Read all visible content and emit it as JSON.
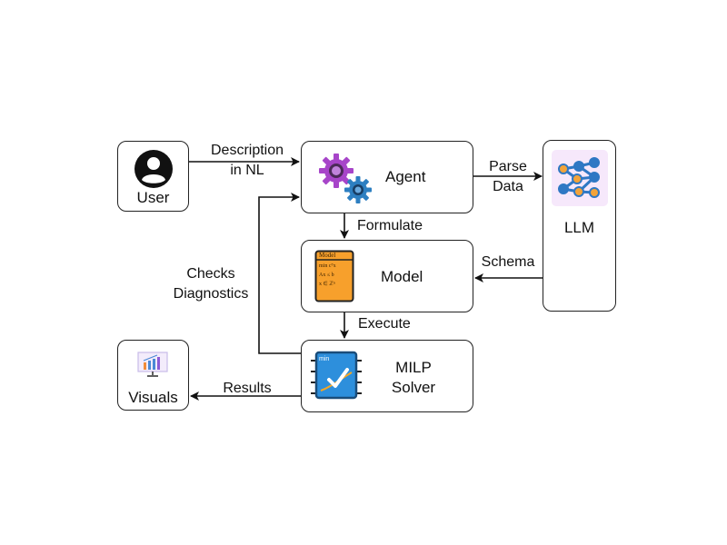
{
  "nodes": {
    "user": {
      "label": "User"
    },
    "agent": {
      "label": "Agent"
    },
    "llm": {
      "label": "LLM"
    },
    "model": {
      "label": "Model",
      "icon": {
        "title": "Model",
        "lines": [
          "min cᵀx",
          "Ax ≤ b",
          "x ∈ ℤⁿ"
        ]
      }
    },
    "milp": {
      "label_line1": "MILP",
      "label_line2": "Solver",
      "icon_text": "min"
    },
    "visuals": {
      "label": "Visuals"
    }
  },
  "edges": {
    "description": {
      "line1": "Description",
      "line2": "in NL"
    },
    "parse": {
      "line1": "Parse",
      "line2": "Data"
    },
    "formulate": {
      "label": "Formulate"
    },
    "schema": {
      "label": "Schema"
    },
    "execute": {
      "label": "Execute"
    },
    "checks": {
      "line1": "Checks",
      "line2": "Diagnostics"
    },
    "results": {
      "label": "Results"
    }
  },
  "colors": {
    "stroke": "#222222",
    "gear_purple": "#a745c9",
    "gear_blue": "#2d7fc1",
    "llm_bg": "#f6e8fb",
    "llm_orange": "#f2a33a",
    "llm_blue": "#2f78c4",
    "model_orange": "#f7a02c",
    "solver_blue": "#2d8fdc",
    "solver_dark": "#1a4d7a",
    "solver_curve": "#f5a623"
  },
  "icons": {
    "user": "user-avatar-icon",
    "agent": "gears-icon",
    "llm": "neural-network-icon",
    "model": "model-document-icon",
    "milp": "solver-chip-icon",
    "visuals": "bar-chart-monitor-icon"
  }
}
